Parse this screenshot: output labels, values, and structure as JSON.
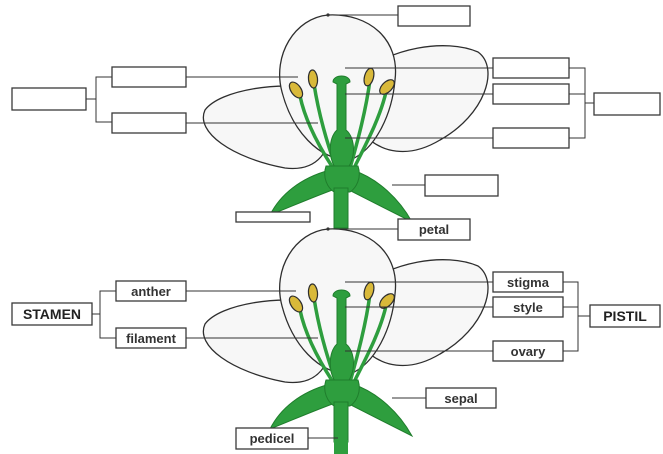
{
  "colors": {
    "stem": "#2e9e3e",
    "stem_dark": "#1f7d2c",
    "anther": "#d9b93a",
    "petal_fill": "#f7f7f7",
    "outline": "#2e2e2e"
  },
  "labels": {
    "petal": "petal",
    "anther": "anther",
    "filament": "filament",
    "stamen": "STAMEN",
    "stigma": "stigma",
    "style": "style",
    "ovary": "ovary",
    "pistil": "PISTIL",
    "sepal": "sepal",
    "pedicel": "pedicel"
  }
}
